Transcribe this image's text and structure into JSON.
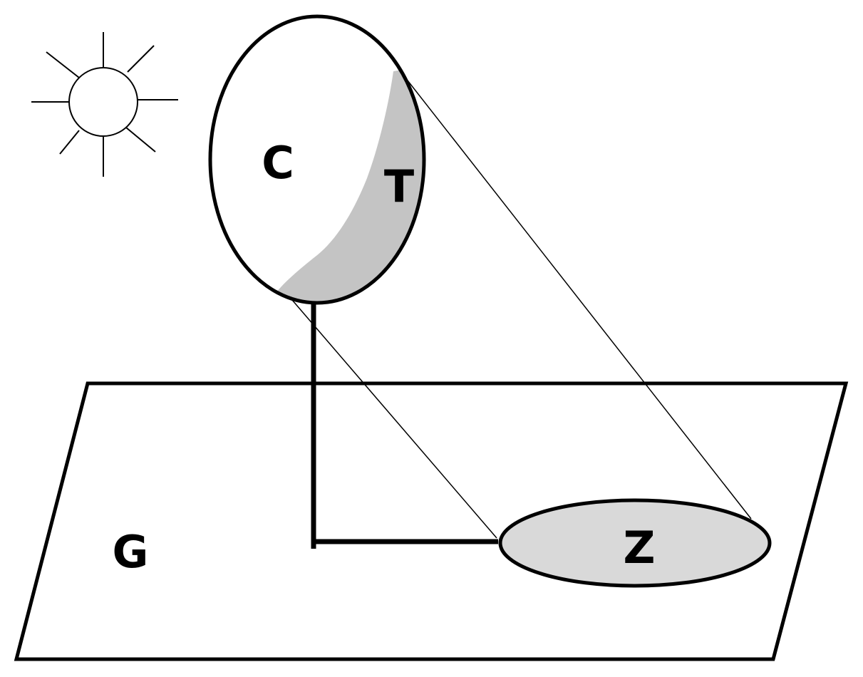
{
  "labels": {
    "body": "C",
    "shadowed_part": "T",
    "ground": "G",
    "shadow": "Z"
  },
  "colors": {
    "stroke": "#000000",
    "shadow_fill_body": "#c4c4c4",
    "shadow_fill_ground": "#d9d9d9",
    "background": "#ffffff"
  },
  "icons": {
    "light_source": "sun-icon"
  }
}
